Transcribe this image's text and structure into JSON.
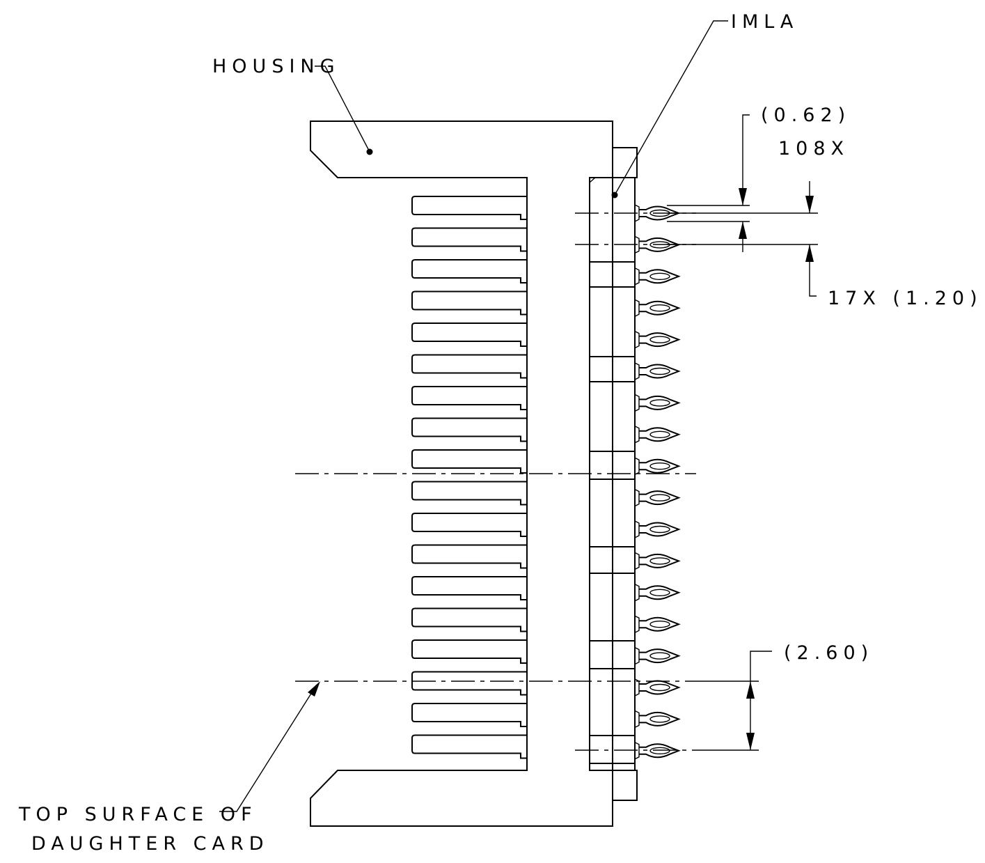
{
  "labels": {
    "housing": "HOUSING",
    "imla": "IMLA",
    "pitch_small": "(0.62)",
    "count_small": "108X",
    "pitch_large": "17X (1.20)",
    "span": "(2.60)",
    "daughter_card_line1": "TOP SURFACE OF",
    "daughter_card_line2": "DAUGHTER CARD"
  },
  "structure": {
    "contact_count": 18,
    "housing_slot_count": 18
  }
}
